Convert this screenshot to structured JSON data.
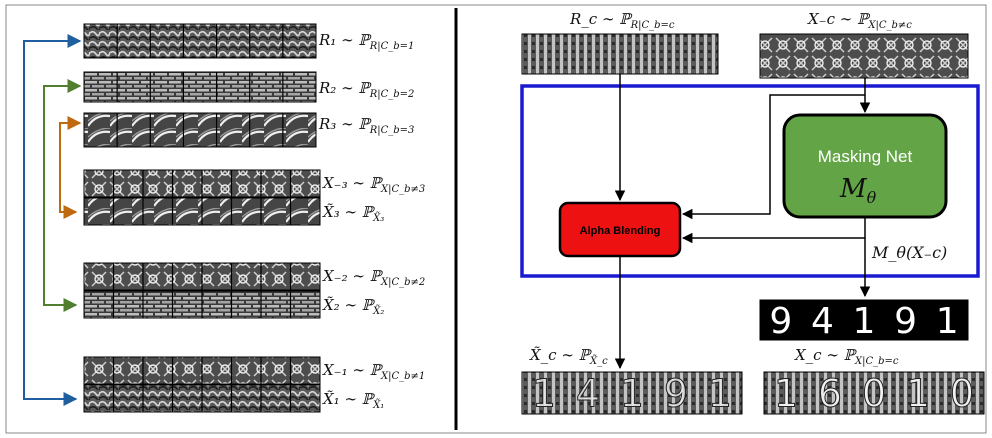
{
  "colors": {
    "frame": "#888888",
    "divider": "#000000",
    "arrow_blue": "#1f5f9f",
    "arrow_green": "#4f7f2f",
    "arrow_orange": "#c06a10",
    "box_border": "#1a1ad0",
    "alpha_fill": "#ee1111",
    "mask_fill": "#63a447",
    "texture_dark": "#2a2a2a",
    "texture_light": "#cfcfcf"
  },
  "left": {
    "rows": [
      {
        "label": "R₁ ∼ ℙ",
        "sub": "R|C_b=1"
      },
      {
        "label": "R₂ ∼ ℙ",
        "sub": "R|C_b=2"
      },
      {
        "label": "R₃ ∼ ℙ",
        "sub": "R|C_b=3"
      },
      {
        "label": "X₋₃ ∼ ℙ",
        "sub": "X|C_b≠3"
      },
      {
        "label": "X̃₃ ∼ ℙ",
        "sub": "X̃₃"
      },
      {
        "label": "X₋₂ ∼ ℙ",
        "sub": "X|C_b≠2"
      },
      {
        "label": "X̃₂ ∼ ℙ",
        "sub": "X̃₂"
      },
      {
        "label": "X₋₁ ∼ ℙ",
        "sub": "X|C_b≠1"
      },
      {
        "label": "X̃₁ ∼ ℙ",
        "sub": "X̃₁"
      }
    ]
  },
  "right": {
    "rc_label": "R_c ∼ ℙ",
    "rc_sub": "R|C_b=c",
    "xnc_label": "X₋c ∼ ℙ",
    "xnc_sub": "X|C_b≠c",
    "alpha_label": "Alpha Blending",
    "mask_label": "Masking Net",
    "mask_symbol": "M",
    "mask_symbol_sub": "θ",
    "mask_output": "M_θ(X₋c)",
    "mask_digits": [
      "9",
      "4",
      "1",
      "9",
      "1"
    ],
    "xtc_label": "X̃_c ∼ ℙ",
    "xtc_sub": "X̃_c",
    "xc_label": "X_c ∼ ℙ",
    "xc_sub": "X|C_b=c",
    "xtc_digits": [
      "1",
      "4",
      "1",
      "9",
      "1"
    ],
    "xc_digits": [
      "1",
      "6",
      "0",
      "1",
      "0"
    ]
  }
}
